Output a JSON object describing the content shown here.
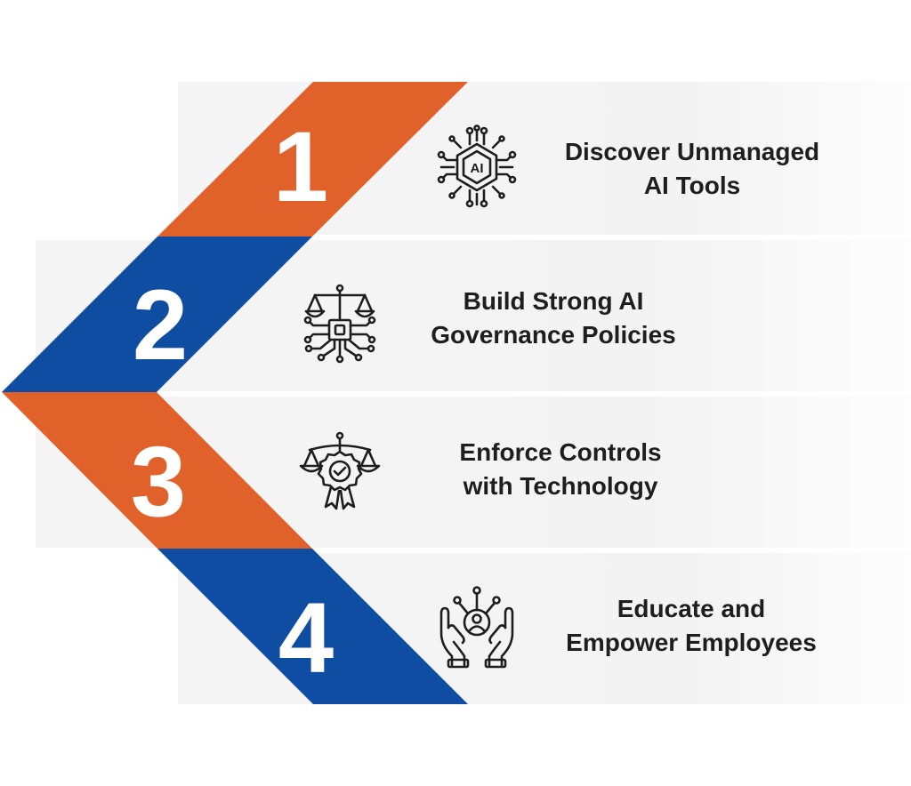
{
  "colors": {
    "orange": "#e0622a",
    "blue": "#0f4da3",
    "text": "#1e1e1e",
    "band": "#f4f4f4"
  },
  "steps": [
    {
      "number": "1",
      "color": "orange",
      "icon": "ai-chip-icon",
      "lines": [
        "Discover Unmanaged",
        "AI Tools"
      ]
    },
    {
      "number": "2",
      "color": "blue",
      "icon": "governance-scale-circuit-icon",
      "lines": [
        "Build Strong AI",
        "Governance Policies"
      ]
    },
    {
      "number": "3",
      "color": "orange",
      "icon": "scale-badge-check-icon",
      "lines": [
        "Enforce Controls",
        "with Technology"
      ]
    },
    {
      "number": "4",
      "color": "blue",
      "icon": "hands-person-network-icon",
      "lines": [
        "Educate and",
        "Empower Employees"
      ]
    }
  ]
}
